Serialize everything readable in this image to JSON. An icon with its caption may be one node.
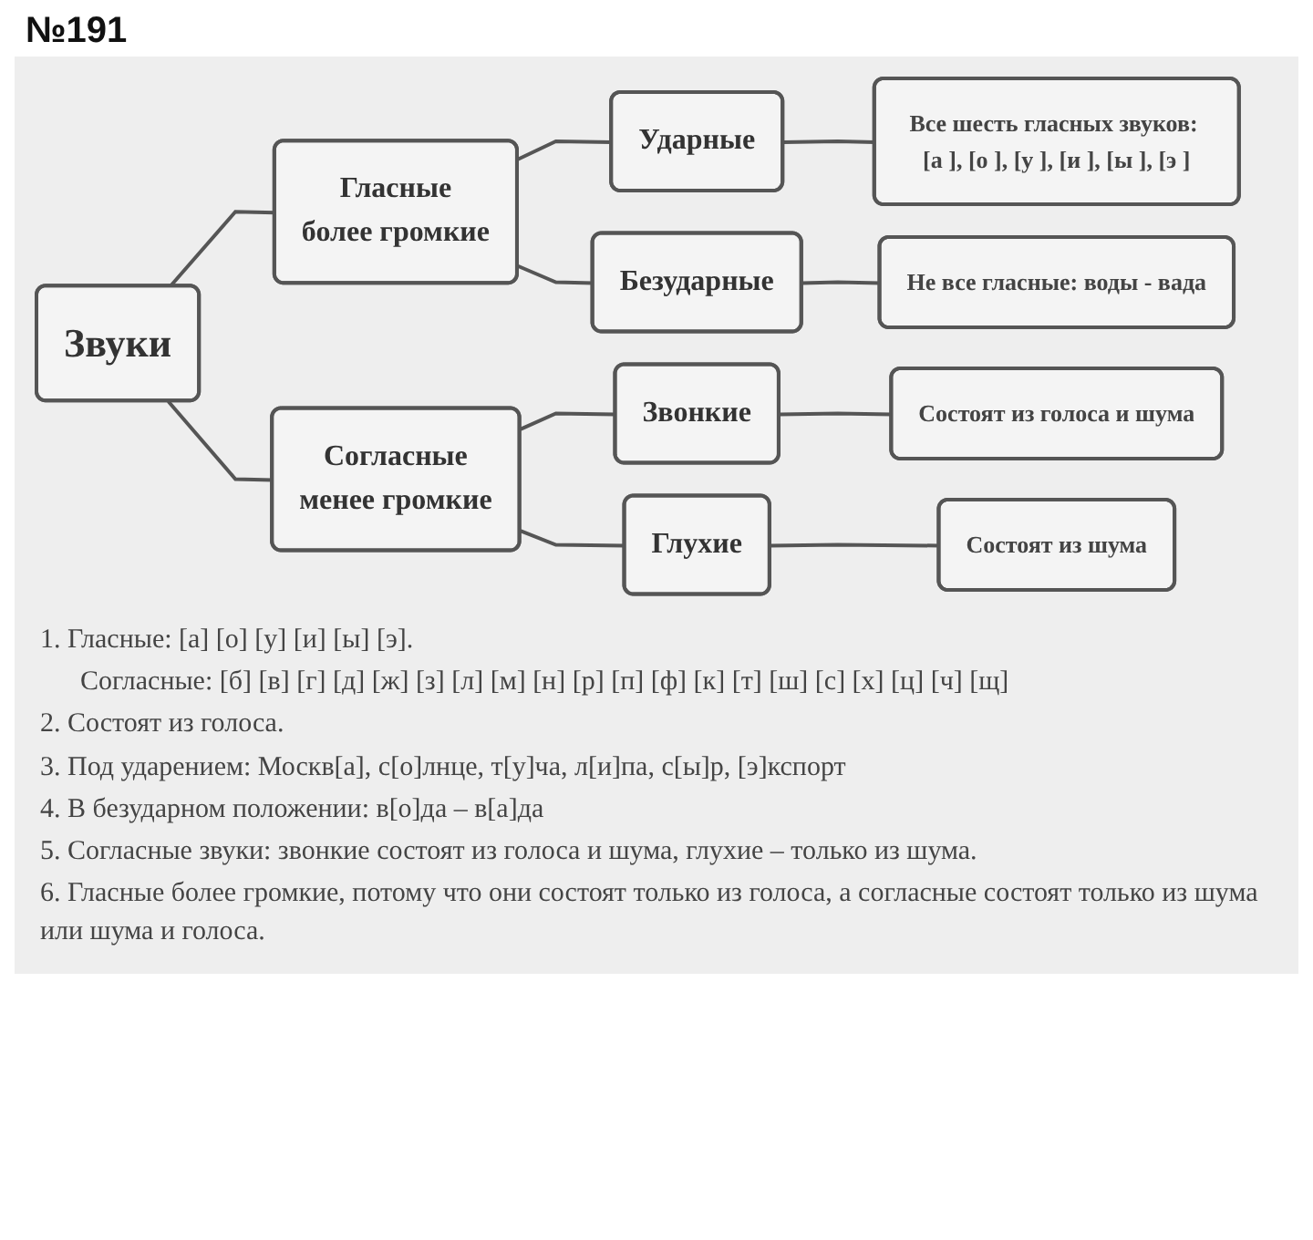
{
  "diagram": {
    "title": "№191",
    "nodes": [
      {
        "text": [
          "Звуки"
        ]
      },
      {
        "text": [
          "Гласные",
          "более громкие"
        ]
      },
      {
        "text": [
          "Согласные",
          "менее громкие"
        ]
      },
      {
        "text": [
          "Ударные"
        ]
      },
      {
        "text": [
          "Безударные"
        ]
      },
      {
        "text": [
          "Звонкие"
        ]
      },
      {
        "text": [
          "Глухие"
        ]
      },
      {
        "text": [
          "Все шесть гласных звуков: [а ], [о ], [у ], [и ], [ы ], [э ]"
        ]
      },
      {
        "text": [
          "Не все гласные: воды - вада"
        ]
      },
      {
        "text": [
          "Состоят из голоса и шума"
        ]
      },
      {
        "text": [
          "Состоят из шума"
        ]
      }
    ],
    "edges": [
      {
        "from": 0,
        "to": 1,
        "arrow": "none"
      },
      {
        "from": 0,
        "to": 2,
        "arrow": "none"
      },
      {
        "from": 1,
        "to": 3,
        "arrow": "none"
      },
      {
        "from": 1,
        "to": 4,
        "arrow": "none"
      },
      {
        "from": 2,
        "to": 5,
        "arrow": "none"
      },
      {
        "from": 2,
        "to": 6,
        "arrow": "none"
      },
      {
        "from": 3,
        "to": 7,
        "arrow": "none"
      },
      {
        "from": 4,
        "to": 8,
        "arrow": "none"
      },
      {
        "from": 5,
        "to": 9,
        "arrow": "none"
      },
      {
        "from": 6,
        "to": 10,
        "arrow": "none"
      }
    ],
    "labels": [
      "1. Гласные: [а] [о] [у] [и] [ы] [э].",
      "Согласные: [б] [в] [г] [д] [ж] [з] [л] [м] [н] [р] [п] [ф] [к] [т] [ш] [с] [х] [ц] [ч] [щ]",
      "2. Состоят из голоса.",
      "3. Под ударением: Москв[а], с[о]лнце, т[у]ча, л[и]па, с[ы]р, [э]кспорт",
      "4. В безударном положении: в[о]да – в[а]да",
      "5. Согласные звуки: звонкие состоят из голоса и шума, глухие – только из шума.",
      "6. Гласные более громкие, потому что они состоят только из голоса, а согласные состоят только из шума или шума и голоса."
    ]
  }
}
